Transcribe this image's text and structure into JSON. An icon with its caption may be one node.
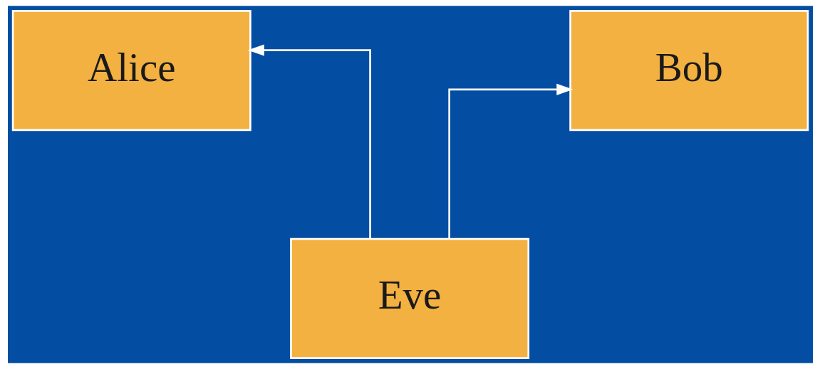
{
  "diagram": {
    "nodes": [
      {
        "text": [
          "Alice"
        ]
      },
      {
        "text": [
          "Bob"
        ]
      },
      {
        "text": [
          "Eve"
        ]
      }
    ],
    "edges": [
      {
        "from": 2,
        "to": 0,
        "arrow": "to"
      },
      {
        "from": 2,
        "to": 1,
        "arrow": "to"
      }
    ]
  }
}
